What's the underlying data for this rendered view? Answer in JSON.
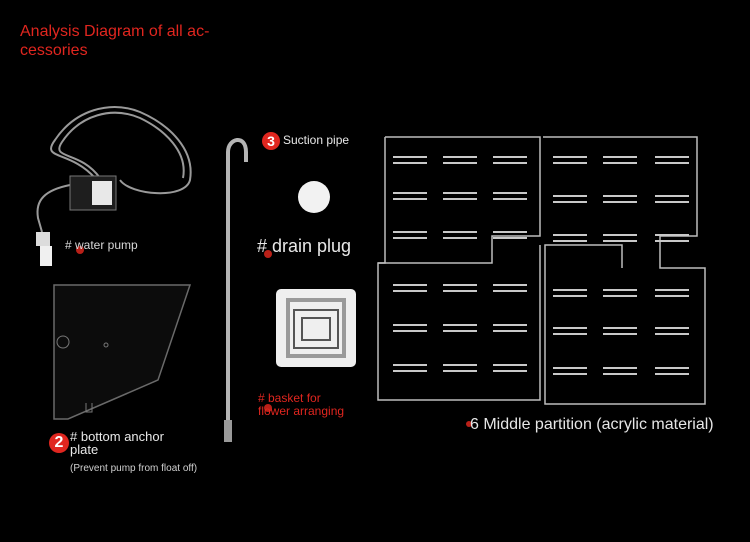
{
  "title": "Analysis Diagram of all ac-\ncessories",
  "labels": {
    "water_pump": "# water pump",
    "suction_number": "3",
    "suction_pipe": "Suction pipe",
    "drain_plug": "# drain plug",
    "basket_line1": "# basket for",
    "basket_line2": "flower arranging",
    "anchor_number": "2",
    "anchor_line1": "# bottom anchor",
    "anchor_line2": "plate",
    "anchor_note": "(Prevent pump from float off)",
    "partition": "6 Middle partition (acrylic material)"
  },
  "colors": {
    "accent": "#e0261f",
    "background": "#000000"
  }
}
